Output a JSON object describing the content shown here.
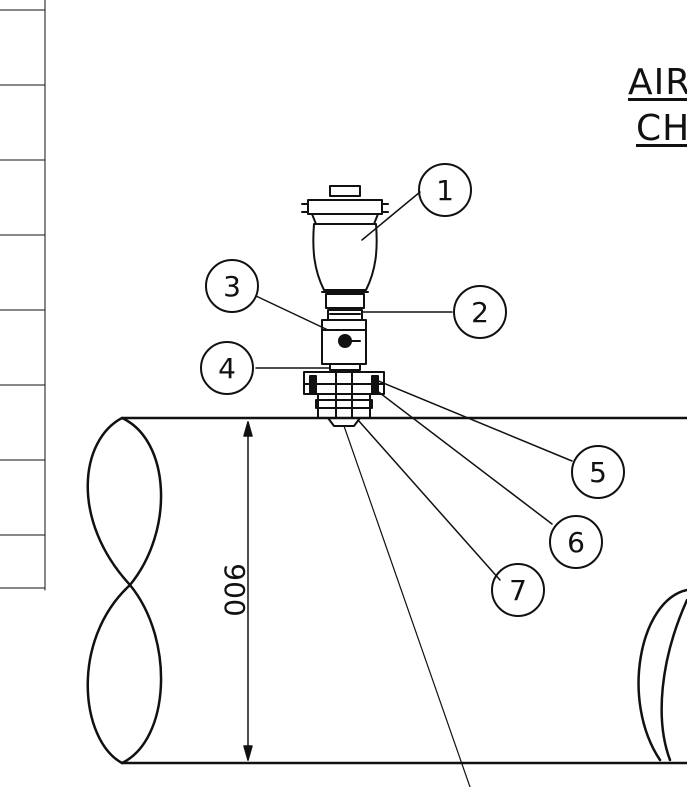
{
  "title": {
    "line1": "AIR",
    "line2": "CH"
  },
  "callouts": [
    "1",
    "2",
    "3",
    "4",
    "5",
    "6",
    "7"
  ],
  "dimension": {
    "value": "900"
  },
  "colors": {
    "line": "#111111",
    "paper": "#ffffff"
  }
}
